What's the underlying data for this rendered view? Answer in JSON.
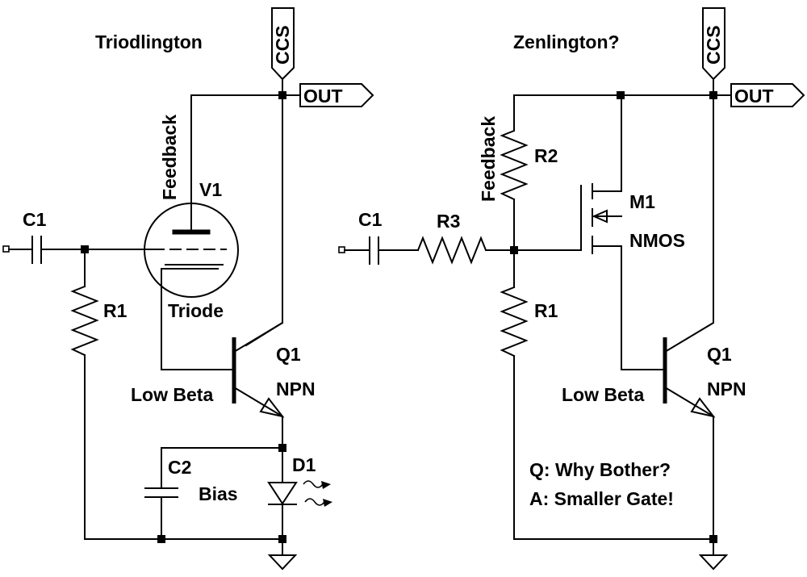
{
  "left": {
    "title": "Triodlington",
    "ccs": "CCS",
    "out": "OUT",
    "feedback": "Feedback",
    "c1": "C1",
    "r1": "R1",
    "v1": "V1",
    "triode": "Triode",
    "q1": "Q1",
    "npn": "NPN",
    "low_beta": "Low Beta",
    "d1": "D1",
    "c2": "C2",
    "bias": "Bias"
  },
  "right": {
    "title": "Zenlington?",
    "ccs": "CCS",
    "out": "OUT",
    "feedback": "Feedback",
    "r2": "R2",
    "c1": "C1",
    "r3": "R3",
    "r1": "R1",
    "m1": "M1",
    "nmos": "NMOS",
    "q1": "Q1",
    "npn": "NPN",
    "low_beta": "Low Beta",
    "question": "Q: Why Bother?",
    "answer": "A: Smaller Gate!"
  }
}
